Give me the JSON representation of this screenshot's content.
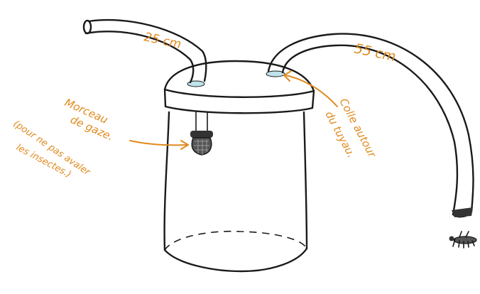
{
  "colors": {
    "ink": "#1a1a1a",
    "annotation": "#e08a1e",
    "background": "#ffffff",
    "glue": "#bfe3ec"
  },
  "labels": {
    "tube_short_length": "25 cm",
    "tube_long_length": "55 cm",
    "glue_line1": "Colle autour",
    "glue_line2": "du tuyau.",
    "gauze_line1": "Morceau",
    "gauze_line2": "de gaze.",
    "gauze_line3": "(pour ne pas avaler",
    "gauze_line4": "les insectes.)"
  },
  "icons": {
    "insect": "insect-icon",
    "gauze": "gauze-plug"
  }
}
